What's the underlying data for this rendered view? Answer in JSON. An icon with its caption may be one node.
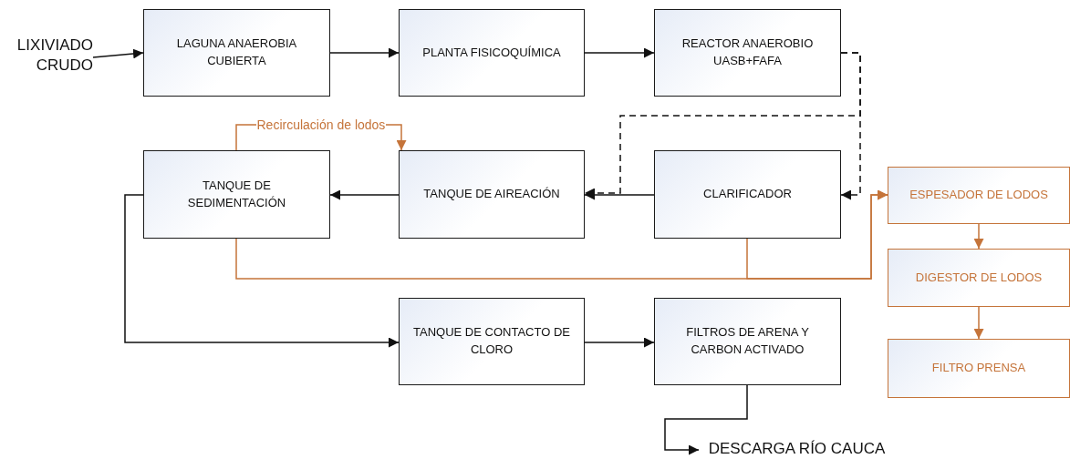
{
  "diagram": {
    "nodes": [
      {
        "text": [
          "LIXIVIADO CRUDO"
        ]
      },
      {
        "text": [
          "LAGUNA ANAEROBIA CUBIERTA"
        ]
      },
      {
        "text": [
          "PLANTA FISICOQUÍMICA"
        ]
      },
      {
        "text": [
          "REACTOR ANAEROBIO UASB+FAFA"
        ]
      },
      {
        "text": [
          "TANQUE DE SEDIMENTACIÓN"
        ]
      },
      {
        "text": [
          "TANQUE DE AIREACIÓN"
        ]
      },
      {
        "text": [
          "CLARIFICADOR"
        ]
      },
      {
        "text": [
          "ESPESADOR DE LODOS"
        ]
      },
      {
        "text": [
          "DIGESTOR DE LODOS"
        ]
      },
      {
        "text": [
          "FILTRO PRENSA"
        ]
      },
      {
        "text": [
          "TANQUE DE CONTACTO DE CLORO"
        ]
      },
      {
        "text": [
          "FILTROS DE ARENA Y CARBON ACTIVADO"
        ]
      },
      {
        "text": [
          "DESCARGA RÍO CAUCA"
        ]
      }
    ],
    "edges": [
      {
        "from": 0,
        "to": 1,
        "arrow": "to"
      },
      {
        "from": 1,
        "to": 2,
        "arrow": "to"
      },
      {
        "from": 2,
        "to": 3,
        "arrow": "to"
      },
      {
        "from": 3,
        "to": 6,
        "arrow": "to",
        "style": "dashed"
      },
      {
        "from": 3,
        "to": 5,
        "arrow": "to",
        "style": "dashed"
      },
      {
        "from": 6,
        "to": 5,
        "arrow": "to"
      },
      {
        "from": 5,
        "to": 4,
        "arrow": "to"
      },
      {
        "from": 4,
        "to": 5,
        "arrow": "to",
        "label": "Recirculación de lodos",
        "color": "#c5743a"
      },
      {
        "from": 4,
        "to": 7,
        "arrow": "to",
        "color": "#c5743a"
      },
      {
        "from": 6,
        "to": 7,
        "arrow": "to",
        "color": "#c5743a"
      },
      {
        "from": 7,
        "to": 8,
        "arrow": "to",
        "color": "#c5743a"
      },
      {
        "from": 8,
        "to": 9,
        "arrow": "to",
        "color": "#c5743a"
      },
      {
        "from": 4,
        "to": 10,
        "arrow": "to"
      },
      {
        "from": 10,
        "to": 11,
        "arrow": "to"
      },
      {
        "from": 11,
        "to": 12,
        "arrow": "to"
      }
    ]
  }
}
